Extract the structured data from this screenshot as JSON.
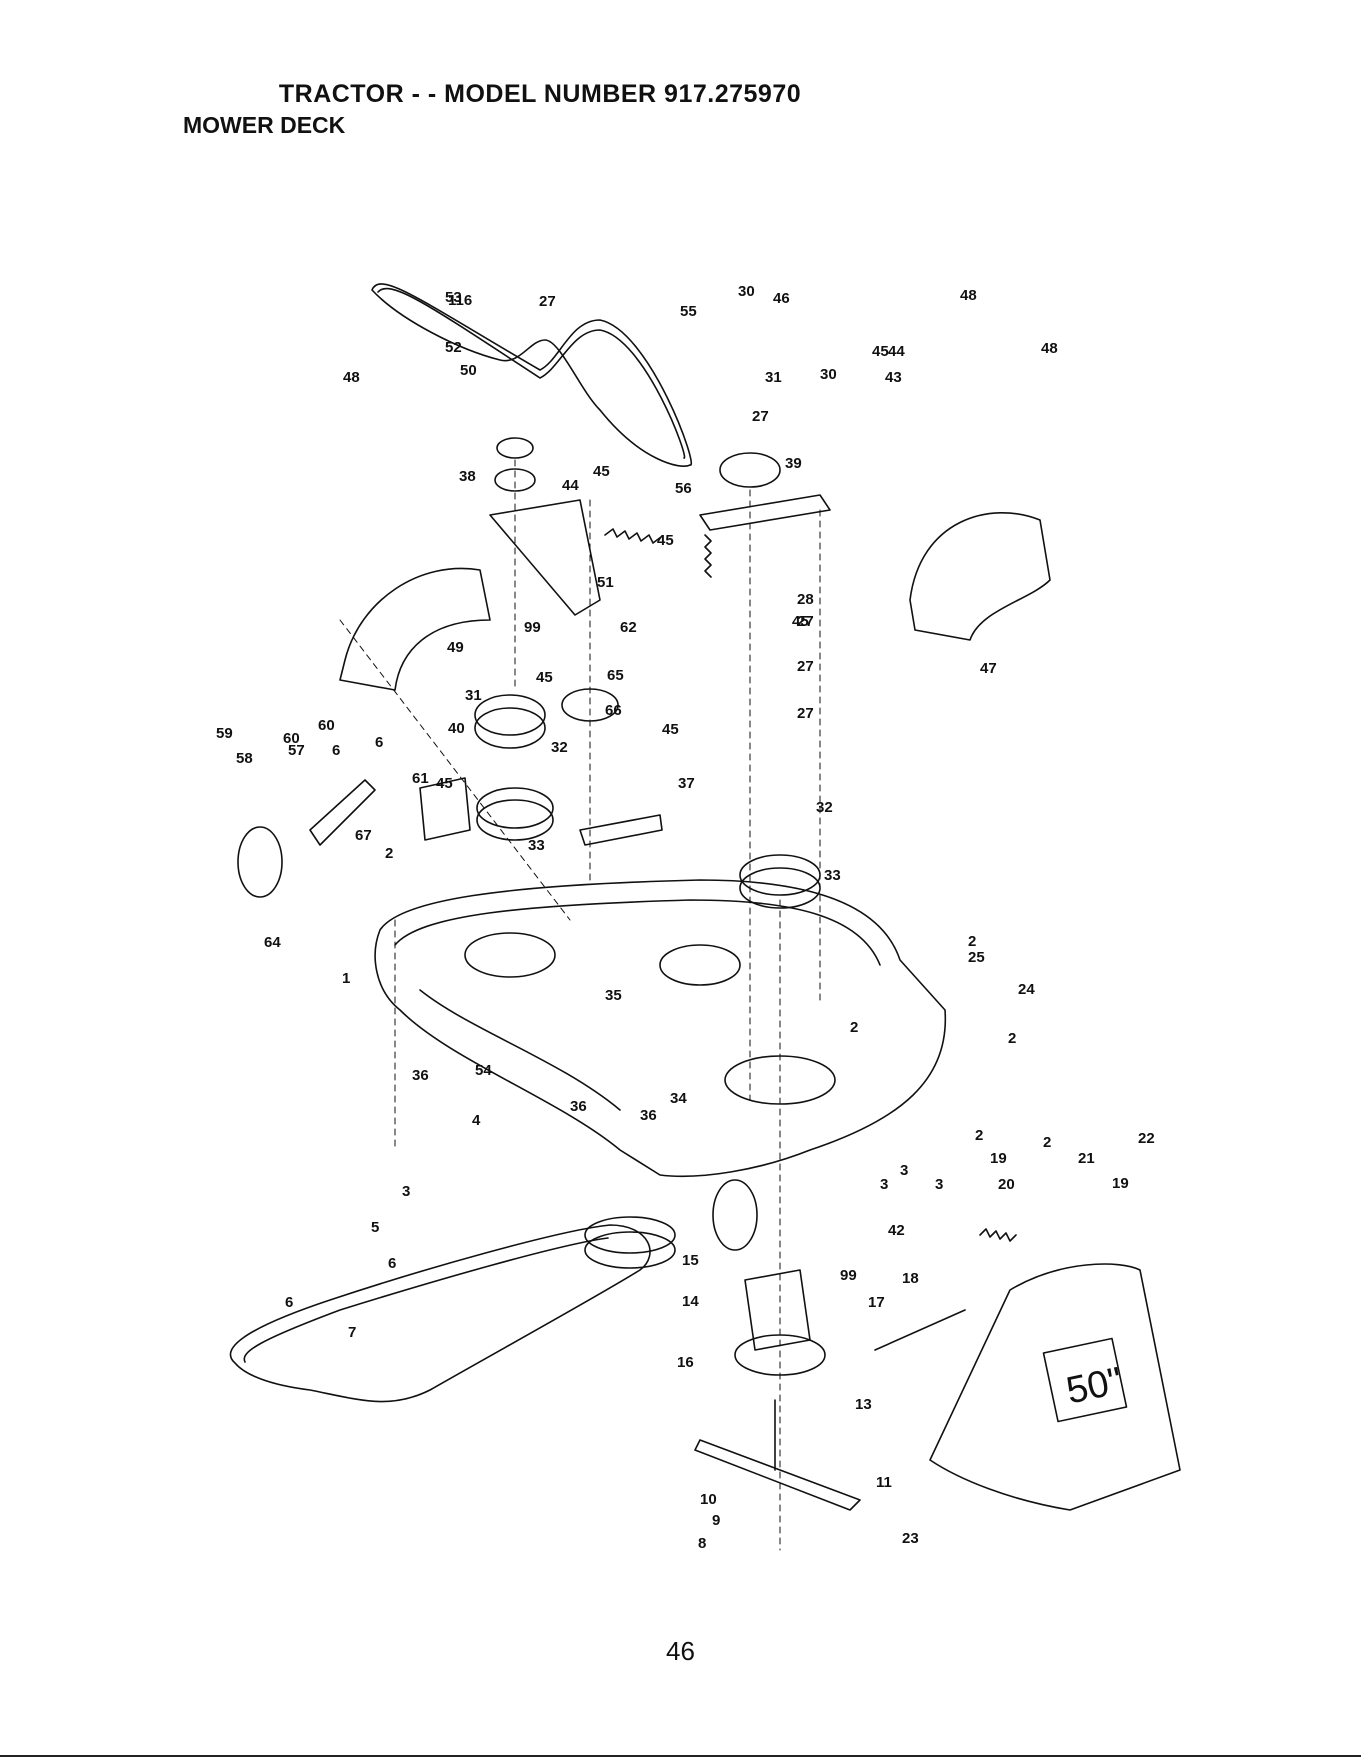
{
  "header": {
    "title": "TRACTOR - - MODEL NUMBER 917.275970",
    "subtitle": "MOWER DECK"
  },
  "deck_badge": "50\"",
  "page_number": "46",
  "callouts": [
    "1",
    "2",
    "2",
    "2",
    "2",
    "2",
    "2",
    "3",
    "3",
    "3",
    "3",
    "4",
    "5",
    "6",
    "6",
    "6",
    "6",
    "7",
    "8",
    "9",
    "10",
    "11",
    "13",
    "14",
    "15",
    "16",
    "17",
    "18",
    "19",
    "19",
    "20",
    "21",
    "22",
    "23",
    "24",
    "25",
    "27",
    "27",
    "27",
    "27",
    "27",
    "28",
    "30",
    "30",
    "31",
    "31",
    "32",
    "32",
    "33",
    "33",
    "34",
    "35",
    "36",
    "36",
    "36",
    "37",
    "38",
    "39",
    "40",
    "42",
    "43",
    "44",
    "44",
    "45",
    "45",
    "45",
    "45",
    "45",
    "45",
    "45",
    "46",
    "47",
    "48",
    "48",
    "48",
    "49",
    "50",
    "51",
    "52",
    "53",
    "54",
    "55",
    "56",
    "57",
    "58",
    "59",
    "60",
    "60",
    "61",
    "62",
    "64",
    "65",
    "66",
    "67",
    "99",
    "99",
    "116"
  ]
}
